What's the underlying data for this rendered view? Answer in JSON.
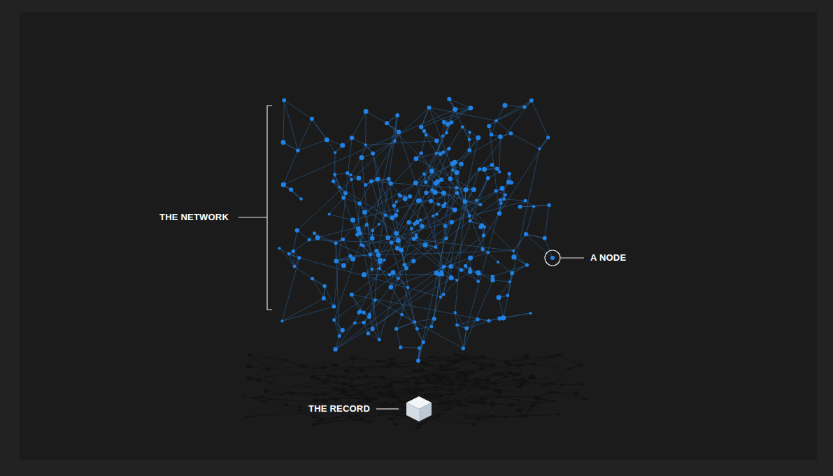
{
  "diagram": {
    "labels": [
      "THE NETWORK",
      "A NODE",
      "THE RECORD"
    ]
  }
}
